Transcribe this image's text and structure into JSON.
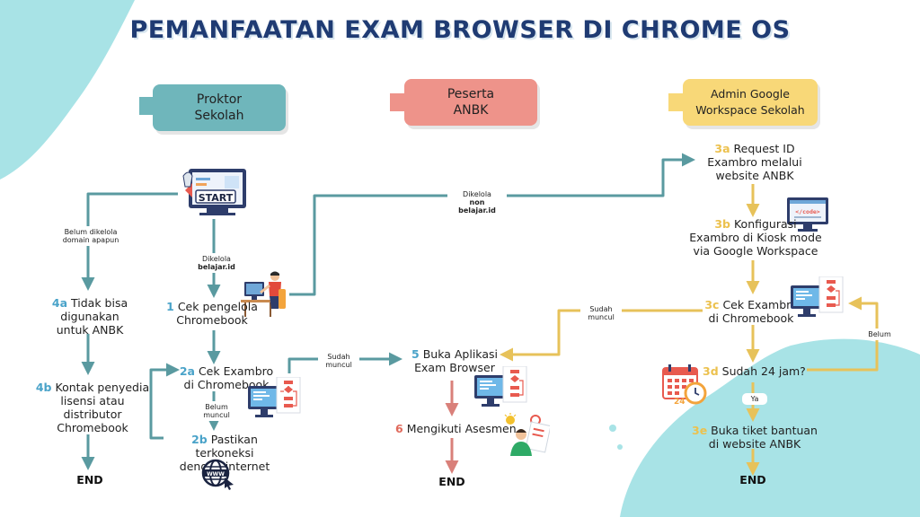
{
  "title": "PEMANFAATAN EXAM BROWSER DI CHROME OS",
  "colors": {
    "proktor": "#6fb6bb",
    "peserta": "#ee938a",
    "admin": "#f8d878",
    "teal_line": "#5a9aa0",
    "salmon_line": "#d9807a",
    "yellow_line": "#e7c25a",
    "num_teal": "#4aa3c9",
    "num_yellow": "#ecc14e",
    "num_red": "#e06a5c",
    "bg_blob": "#a8e3e6"
  },
  "headers": {
    "proktor": "Proktor\nSekolah",
    "peserta": "Peserta\nANBK",
    "admin": "Admin Google\nWorkspace Sekolah"
  },
  "start_label": "START",
  "nodes": {
    "n1_num": "1",
    "n1_text": "Cek pengelola\nChromebook",
    "n2a_num": "2a",
    "n2a_text": "Cek Exambro\ndi Chromebook",
    "n2b_num": "2b",
    "n2b_text": "Pastikan terkoneksi\ndengan internet",
    "n4a_num": "4a",
    "n4a_text": "Tidak bisa\ndigunakan\nuntuk ANBK",
    "n4b_num": "4b",
    "n4b_text": "Kontak penyedia\nlisensi atau\ndistributor\nChromebook",
    "n5_num": "5",
    "n5_text": "Buka Aplikasi\nExam Browser",
    "n6_num": "6",
    "n6_text": "Mengikuti Asesmen",
    "n3a_num": "3a",
    "n3a_text": "Request ID\nExambro melalui\nwebsite ANBK",
    "n3b_num": "3b",
    "n3b_text": "Konfigurasi\nExambro di Kiosk mode\nvia Google Workspace",
    "n3c_num": "3c",
    "n3c_text": "Cek Exambro\ndi Chromebook",
    "n3d_num": "3d",
    "n3d_text": "Sudah 24 jam?",
    "n3e_num": "3e",
    "n3e_text": "Buka tiket bantuan\ndi website ANBK"
  },
  "edge_labels": {
    "belum_dikelola_1": "Belum dikelola",
    "belum_dikelola_2": "domain apapun",
    "dikelola": "Dikelola",
    "belajar_id": "belajar.id",
    "dikelola2": "Dikelola",
    "non_belajar_id": "non belajar.id",
    "sudah_muncul_a1": "Sudah",
    "sudah_muncul_a2": "muncul",
    "belum_muncul_1": "Belum",
    "belum_muncul_2": "muncul",
    "sudah_muncul_b1": "Sudah",
    "sudah_muncul_b2": "muncul",
    "belum": "Belum",
    "ya": "Ya"
  },
  "end_label": "END",
  "icons": {
    "start": "start-rocket-screen-icon",
    "worker": "person-at-desk-icon",
    "code_monitor": "code-monitor-icon",
    "flowchart_monitor": "flowchart-monitor-icon",
    "globe": "www-globe-icon",
    "calendar_clock": "calendar-clock-icon",
    "student": "student-thinking-icon"
  }
}
